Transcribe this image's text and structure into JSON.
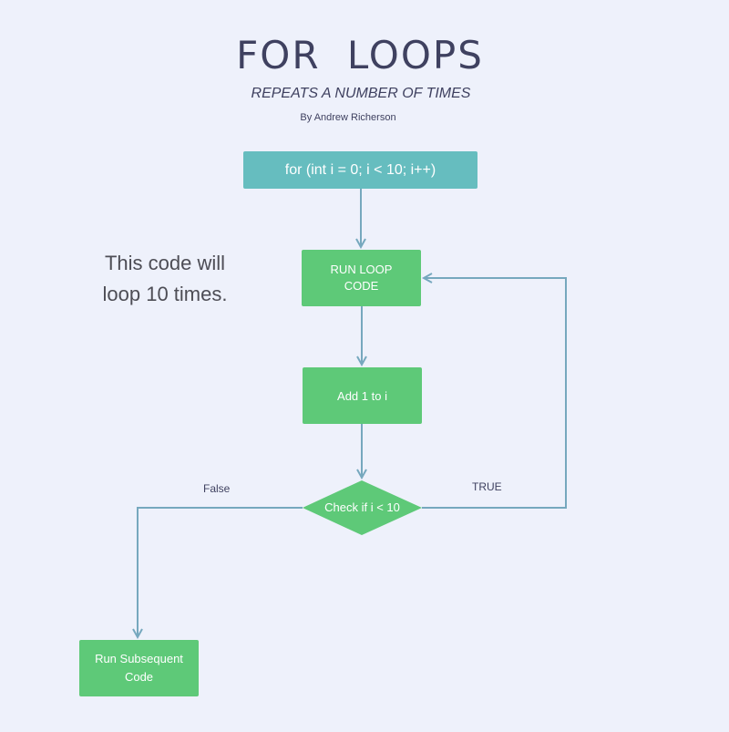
{
  "header": {
    "title": "FOR  LOOPS",
    "subtitle": "REPEATS A NUMBER OF TIMES",
    "byline": "By Andrew Richerson"
  },
  "note": {
    "line1": "This code will",
    "line2": "loop 10 times."
  },
  "nodes": {
    "start": "for (int i = 0; i < 10; i++)",
    "run_loop_line1": "RUN LOOP",
    "run_loop_line2": "CODE",
    "add_one": "Add 1 to i",
    "check": "Check if i < 10",
    "subsequent_line1": "Run Subsequent",
    "subsequent_line2": "Code"
  },
  "edges": {
    "false_label": "False",
    "true_label": "TRUE"
  },
  "colors": {
    "background": "#eef1fb",
    "start_box": "#66bdbf",
    "process_box": "#5ec978",
    "connector": "#76a8be",
    "title_text": "#3f4160"
  }
}
